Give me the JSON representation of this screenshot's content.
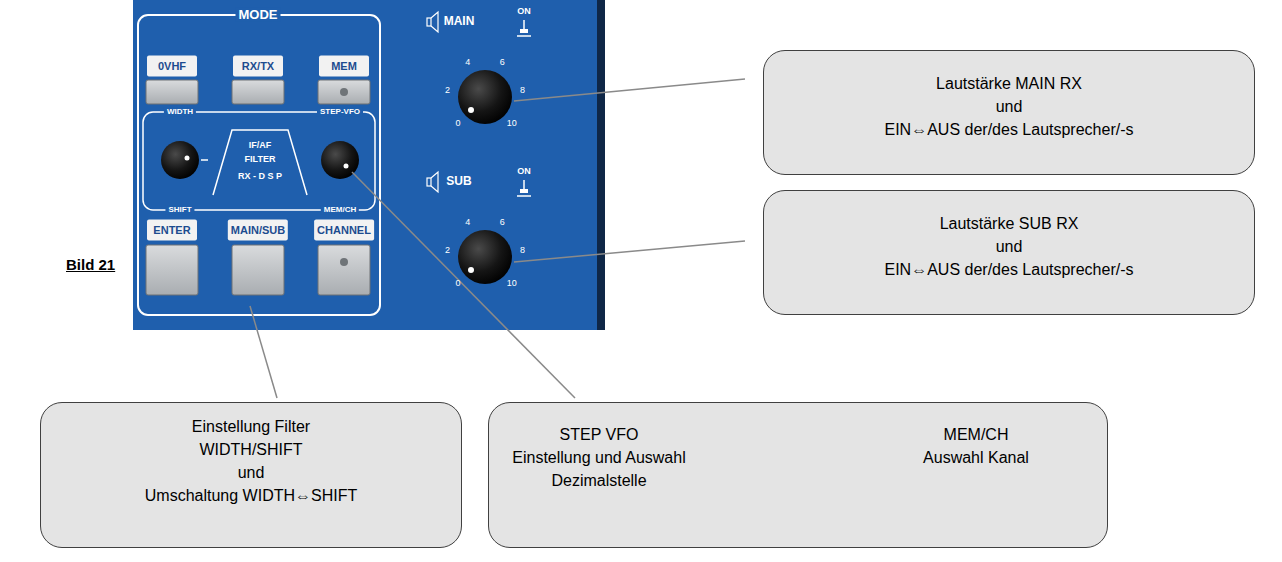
{
  "diagram": {
    "caption": "Bild 21",
    "nodes": [
      {
        "text": [
          "Lautstärke MAIN RX",
          "und",
          "EIN⇔AUS der/des Lautsprecher/-s"
        ]
      },
      {
        "text": [
          "Lautstärke SUB RX",
          "und",
          "EIN⇔AUS der/des Lautsprecher/-s"
        ]
      },
      {
        "text": [
          "Einstellung Filter",
          "WIDTH/SHIFT",
          "und",
          "Umschaltung WIDTH⇔SHIFT"
        ]
      },
      {
        "text": [
          "STEP VFO",
          "Einstellung und Auswahl Dezimalstelle",
          "MEM/CH",
          "Auswahl Kanal"
        ]
      }
    ],
    "labels": [
      "MODE",
      "0VHF",
      "RX/TX",
      "MEM",
      "WIDTH",
      "STEP-VFO",
      "IF/AF",
      "FILTER",
      "RX - D S P",
      "SHIFT",
      "MEM/CH",
      "ENTER",
      "MAIN/SUB",
      "CHANNEL",
      "MAIN",
      "ON",
      "0",
      "2",
      "4",
      "6",
      "8",
      "10",
      "SUB",
      "ON",
      "0",
      "2",
      "4",
      "6",
      "8",
      "10"
    ]
  }
}
